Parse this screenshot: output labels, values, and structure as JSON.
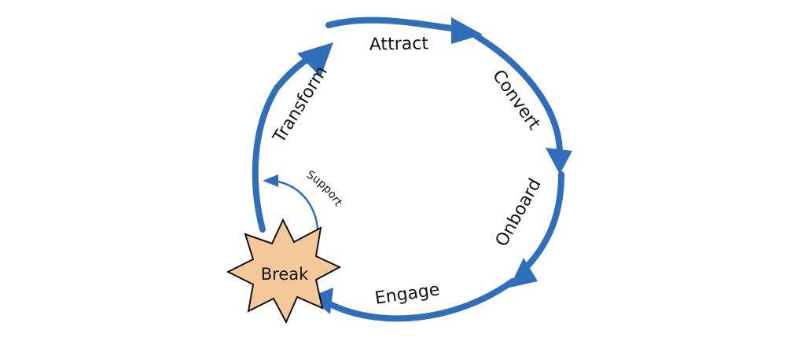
{
  "diagram": {
    "stages": {
      "attract": "Attract",
      "convert": "Convert",
      "onboard": "Onboard",
      "engage": "Engage",
      "transform": "Transform"
    },
    "support_label": "Support",
    "break_label": "Break",
    "colors": {
      "arrow": "#2F6EBA",
      "burst_fill": "#F5C89A",
      "burst_stroke": "#111111",
      "text": "#111111"
    }
  }
}
